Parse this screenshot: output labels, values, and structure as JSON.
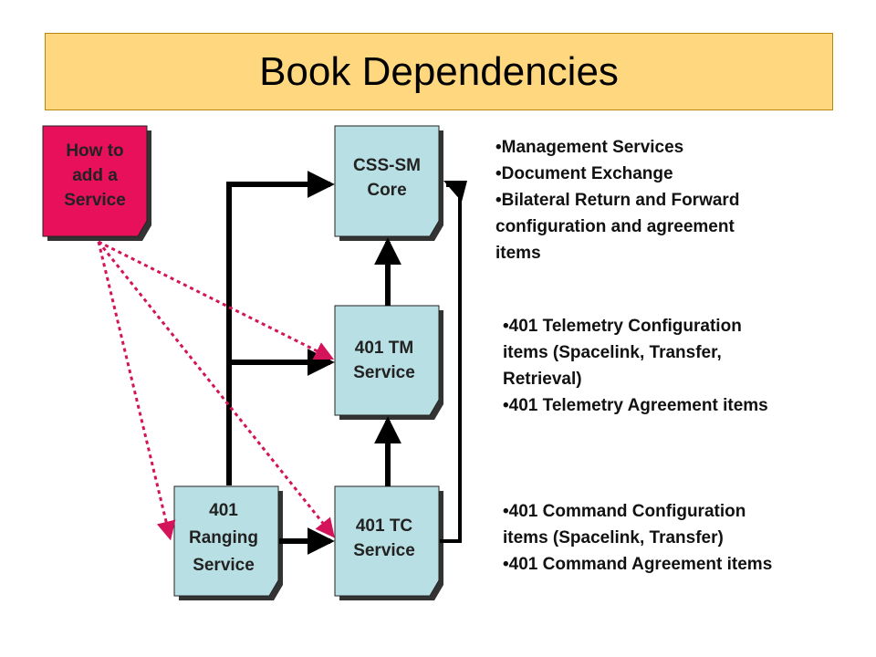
{
  "title": "Book Dependencies",
  "colors": {
    "banner": "#ffd77f",
    "doc_fill": "#b8dfe3",
    "howto_fill": "#e8105a",
    "arrow": "#000000",
    "dotted_arrow": "#d4145a"
  },
  "nodes": {
    "howto": {
      "lines": [
        "How to",
        "add a",
        "Service"
      ]
    },
    "core": {
      "lines": [
        "CSS-SM",
        "Core"
      ]
    },
    "tm": {
      "lines": [
        "401 TM",
        "Service"
      ]
    },
    "tc": {
      "lines": [
        "401 TC",
        "Service"
      ]
    },
    "ranging": {
      "lines": [
        "401",
        "Ranging",
        "Service"
      ]
    }
  },
  "notes": {
    "core": [
      "•Management Services",
      "•Document Exchange",
      "•Bilateral Return and Forward",
      "configuration and agreement",
      "items"
    ],
    "tm": [
      "•401 Telemetry Configuration",
      "items (Spacelink, Transfer,",
      "Retrieval)",
      "•401 Telemetry Agreement items"
    ],
    "tc": [
      "•401 Command Configuration",
      "items (Spacelink, Transfer)",
      "•401 Command Agreement items"
    ]
  }
}
